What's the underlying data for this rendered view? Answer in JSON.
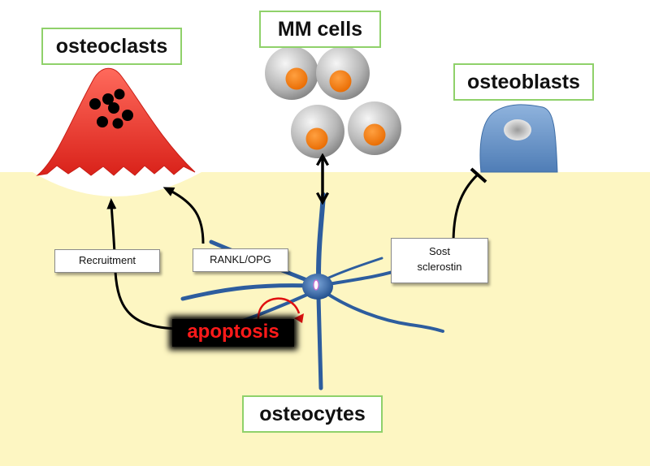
{
  "titles": {
    "osteoclasts": "osteoclasts",
    "mm_cells": "MM cells",
    "osteoblasts": "osteoblasts",
    "osteocytes": "osteocytes"
  },
  "labels": {
    "recruitment": "Recruitment",
    "rankl_opg": "RANKL/OPG",
    "sost": "Sost",
    "sclerostin": "sclerostin",
    "apoptosis": "apoptosis"
  },
  "colors": {
    "bone_matrix": "#fdf6c2",
    "box_border": "#8fd16a",
    "osteoclast": "#e8302a",
    "mm_cell_body": "#b0b0b0",
    "mm_cell_nucleus": "#f07a10",
    "osteoblast": "#6c95c6",
    "osteocyte": "#2d5d9e",
    "apoptosis_text": "#ff1a1a"
  }
}
